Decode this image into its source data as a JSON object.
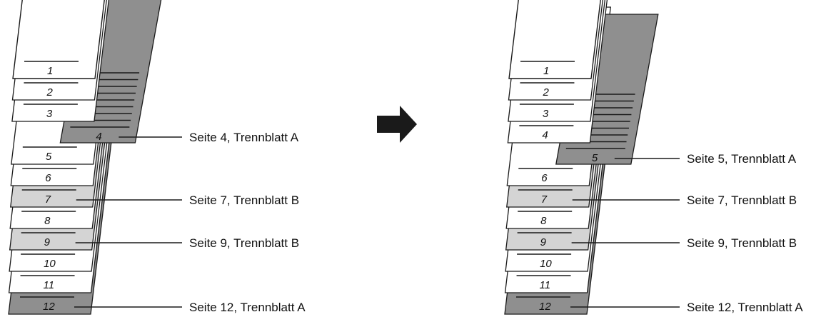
{
  "colors": {
    "white_page": "#ffffff",
    "divider_a": "#8f8f8f",
    "divider_b": "#d4d4d4",
    "outline": "#1a1a1a",
    "arrow": "#1a1a1a"
  },
  "arrow_icon": "right-arrow-icon",
  "stacks": [
    {
      "id": "before",
      "pages": [
        {
          "number": "1",
          "type": "cover"
        },
        {
          "number": "2",
          "type": "white"
        },
        {
          "number": "3",
          "type": "white"
        },
        {
          "number": "4",
          "type": "divider_a"
        },
        {
          "number": "5",
          "type": "white"
        },
        {
          "number": "6",
          "type": "white"
        },
        {
          "number": "7",
          "type": "divider_b"
        },
        {
          "number": "8",
          "type": "white"
        },
        {
          "number": "9",
          "type": "divider_b"
        },
        {
          "number": "10",
          "type": "white"
        },
        {
          "number": "11",
          "type": "white"
        },
        {
          "number": "12",
          "type": "divider_a"
        }
      ],
      "callouts": [
        {
          "page": "4",
          "text": "Seite 4, Trennblatt A"
        },
        {
          "page": "7",
          "text": "Seite 7, Trennblatt B"
        },
        {
          "page": "9",
          "text": "Seite 9, Trennblatt B"
        },
        {
          "page": "12",
          "text": "Seite 12, Trennblatt A"
        }
      ]
    },
    {
      "id": "after",
      "pages": [
        {
          "number": "1",
          "type": "cover"
        },
        {
          "number": "2",
          "type": "white"
        },
        {
          "number": "3",
          "type": "white"
        },
        {
          "number": "4",
          "type": "white"
        },
        {
          "number": "5",
          "type": "divider_a"
        },
        {
          "number": "6",
          "type": "white"
        },
        {
          "number": "7",
          "type": "divider_b"
        },
        {
          "number": "8",
          "type": "white"
        },
        {
          "number": "9",
          "type": "divider_b"
        },
        {
          "number": "10",
          "type": "white"
        },
        {
          "number": "11",
          "type": "white"
        },
        {
          "number": "12",
          "type": "divider_a"
        }
      ],
      "callouts": [
        {
          "page": "5",
          "text": "Seite 5, Trennblatt A"
        },
        {
          "page": "7",
          "text": "Seite 7, Trennblatt B"
        },
        {
          "page": "9",
          "text": "Seite 9, Trennblatt B"
        },
        {
          "page": "12",
          "text": "Seite 12, Trennblatt A"
        }
      ]
    }
  ]
}
